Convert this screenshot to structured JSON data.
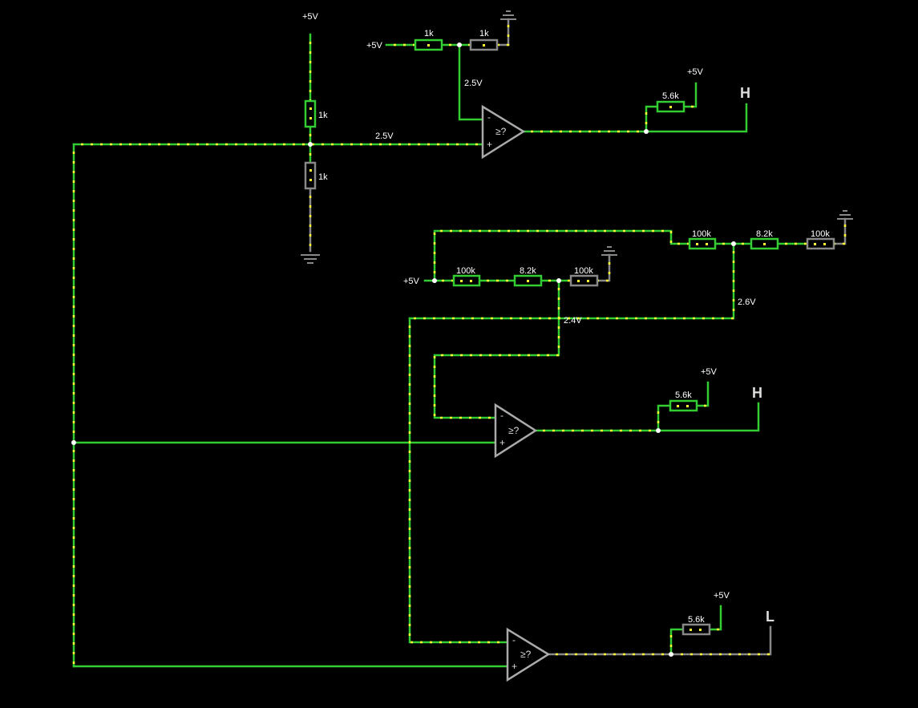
{
  "colors": {
    "background": "#000000",
    "wire_active": "#33cc33",
    "wire_low": "#888888",
    "current_dot": "#ffff33",
    "node": "#ffffff"
  },
  "supply_labels": {
    "top_divider": "+5V",
    "comp1_ref_supply": "+5V",
    "comp1_pullup": "+5V",
    "ladder_b": "+5V",
    "comp2_pullup": "+5V",
    "comp3_pullup": "+5V"
  },
  "resistors": {
    "divider_top": "1k",
    "divider_bottom": "1k",
    "ref1_a": "1k",
    "ref1_b": "1k",
    "comp1_pullup": "5.6k",
    "ladder_a1": "100k",
    "ladder_a2": "8.2k",
    "ladder_a3": "100k",
    "ladder_b1": "100k",
    "ladder_b2": "8.2k",
    "ladder_b3": "100k",
    "comp2_pullup": "5.6k",
    "comp3_pullup": "5.6k"
  },
  "voltages": {
    "divider_mid": "2.5V",
    "ref1": "2.5V",
    "ladder_a_tap": "2.6V",
    "ladder_b_tap": "2.4V"
  },
  "comparators": [
    {
      "symbol": "≥?",
      "minus": "-",
      "plus": "+",
      "output": "H"
    },
    {
      "symbol": "≥?",
      "minus": "-",
      "plus": "+",
      "output": "H"
    },
    {
      "symbol": "≥?",
      "minus": "-",
      "plus": "+",
      "output": "L"
    }
  ]
}
